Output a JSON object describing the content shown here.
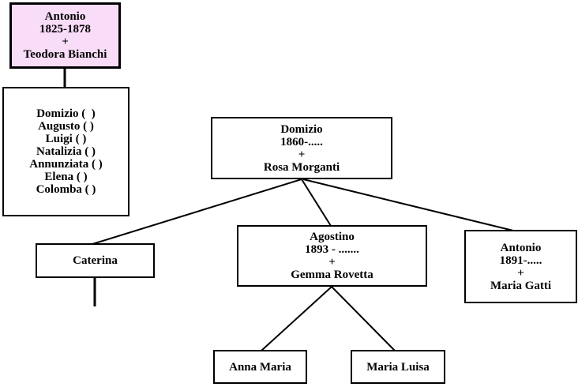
{
  "colors": {
    "background": "#FFFFFF",
    "box_border": "#000000",
    "text": "#000000",
    "connector_line": "#000000",
    "highlight_fill": "#F9DCF7"
  },
  "nodes": {
    "antonio_teodora": {
      "lines": [
        "Antonio",
        "1825-1878",
        "+",
        "Teodora Bianchi"
      ],
      "highlighted": true
    },
    "children_of_antonio": {
      "lines": [
        "Domizio (  )",
        "Augusto ( )",
        "Luigi ( )",
        "Natalizia ( )",
        "Annunziata ( )",
        "Elena ( )",
        "Colomba ( )"
      ]
    },
    "domizio_rosa": {
      "lines": [
        "Domizio",
        "1860-.....",
        "+",
        "Rosa Morganti"
      ]
    },
    "caterina": {
      "lines": [
        "Caterina"
      ]
    },
    "agostino_gemma": {
      "lines": [
        "Agostino",
        "1893 - .......",
        "+",
        "Gemma Rovetta"
      ]
    },
    "antonio_maria": {
      "lines": [
        "Antonio",
        "1891-.....",
        "+",
        "Maria Gatti"
      ]
    },
    "anna_maria": {
      "lines": [
        "Anna Maria"
      ]
    },
    "maria_luisa": {
      "lines": [
        "Maria Luisa"
      ]
    }
  },
  "edges": [
    {
      "from": "antonio_teodora",
      "to": "children_of_antonio"
    },
    {
      "from": "domizio_rosa",
      "to": "caterina"
    },
    {
      "from": "domizio_rosa",
      "to": "agostino_gemma"
    },
    {
      "from": "domizio_rosa",
      "to": "antonio_maria"
    },
    {
      "from": "agostino_gemma",
      "to": "anna_maria"
    },
    {
      "from": "agostino_gemma",
      "to": "maria_luisa"
    },
    {
      "from": "caterina",
      "to": "(unlabeled stub)"
    }
  ]
}
